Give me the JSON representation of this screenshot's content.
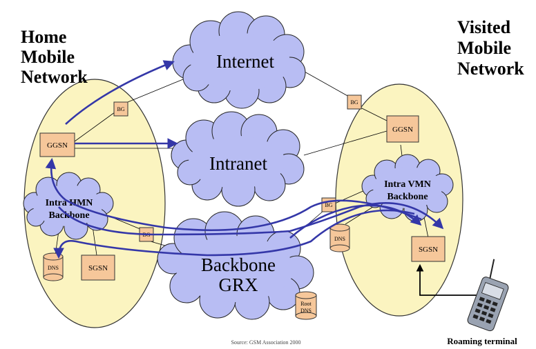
{
  "titles": {
    "home": [
      "Home",
      "Mobile",
      "Network"
    ],
    "visited": [
      "Visited",
      "Mobile",
      "Network"
    ]
  },
  "clouds": {
    "internet": "Internet",
    "intranet": "Intranet",
    "backbone": [
      "Backbone",
      "GRX"
    ],
    "intra_hmn": [
      "Intra HMN",
      "Backbone"
    ],
    "intra_vmn": [
      "Intra VMN",
      "Backbone"
    ]
  },
  "nodes": {
    "ggsn_home": "GGSN",
    "ggsn_visited": "GGSN",
    "sgsn_home": "SGSN",
    "sgsn_visited": "SGSN",
    "bg_home": "BG",
    "bg_home_2": "BG",
    "bg_visited": "BG",
    "bg_visited_2": "BG",
    "dns_home": "DNS",
    "dns_visited": "DNS",
    "root_dns": [
      "Root",
      "DNS"
    ]
  },
  "source": "Source: GSM Association 2000",
  "caption": "Roaming terminal",
  "colors": {
    "ellipse_fill": "#fbf4c0",
    "cloud_fill": "#b8bdf3",
    "node_fill": "#f6c79a",
    "arrow": "#3437a8"
  }
}
